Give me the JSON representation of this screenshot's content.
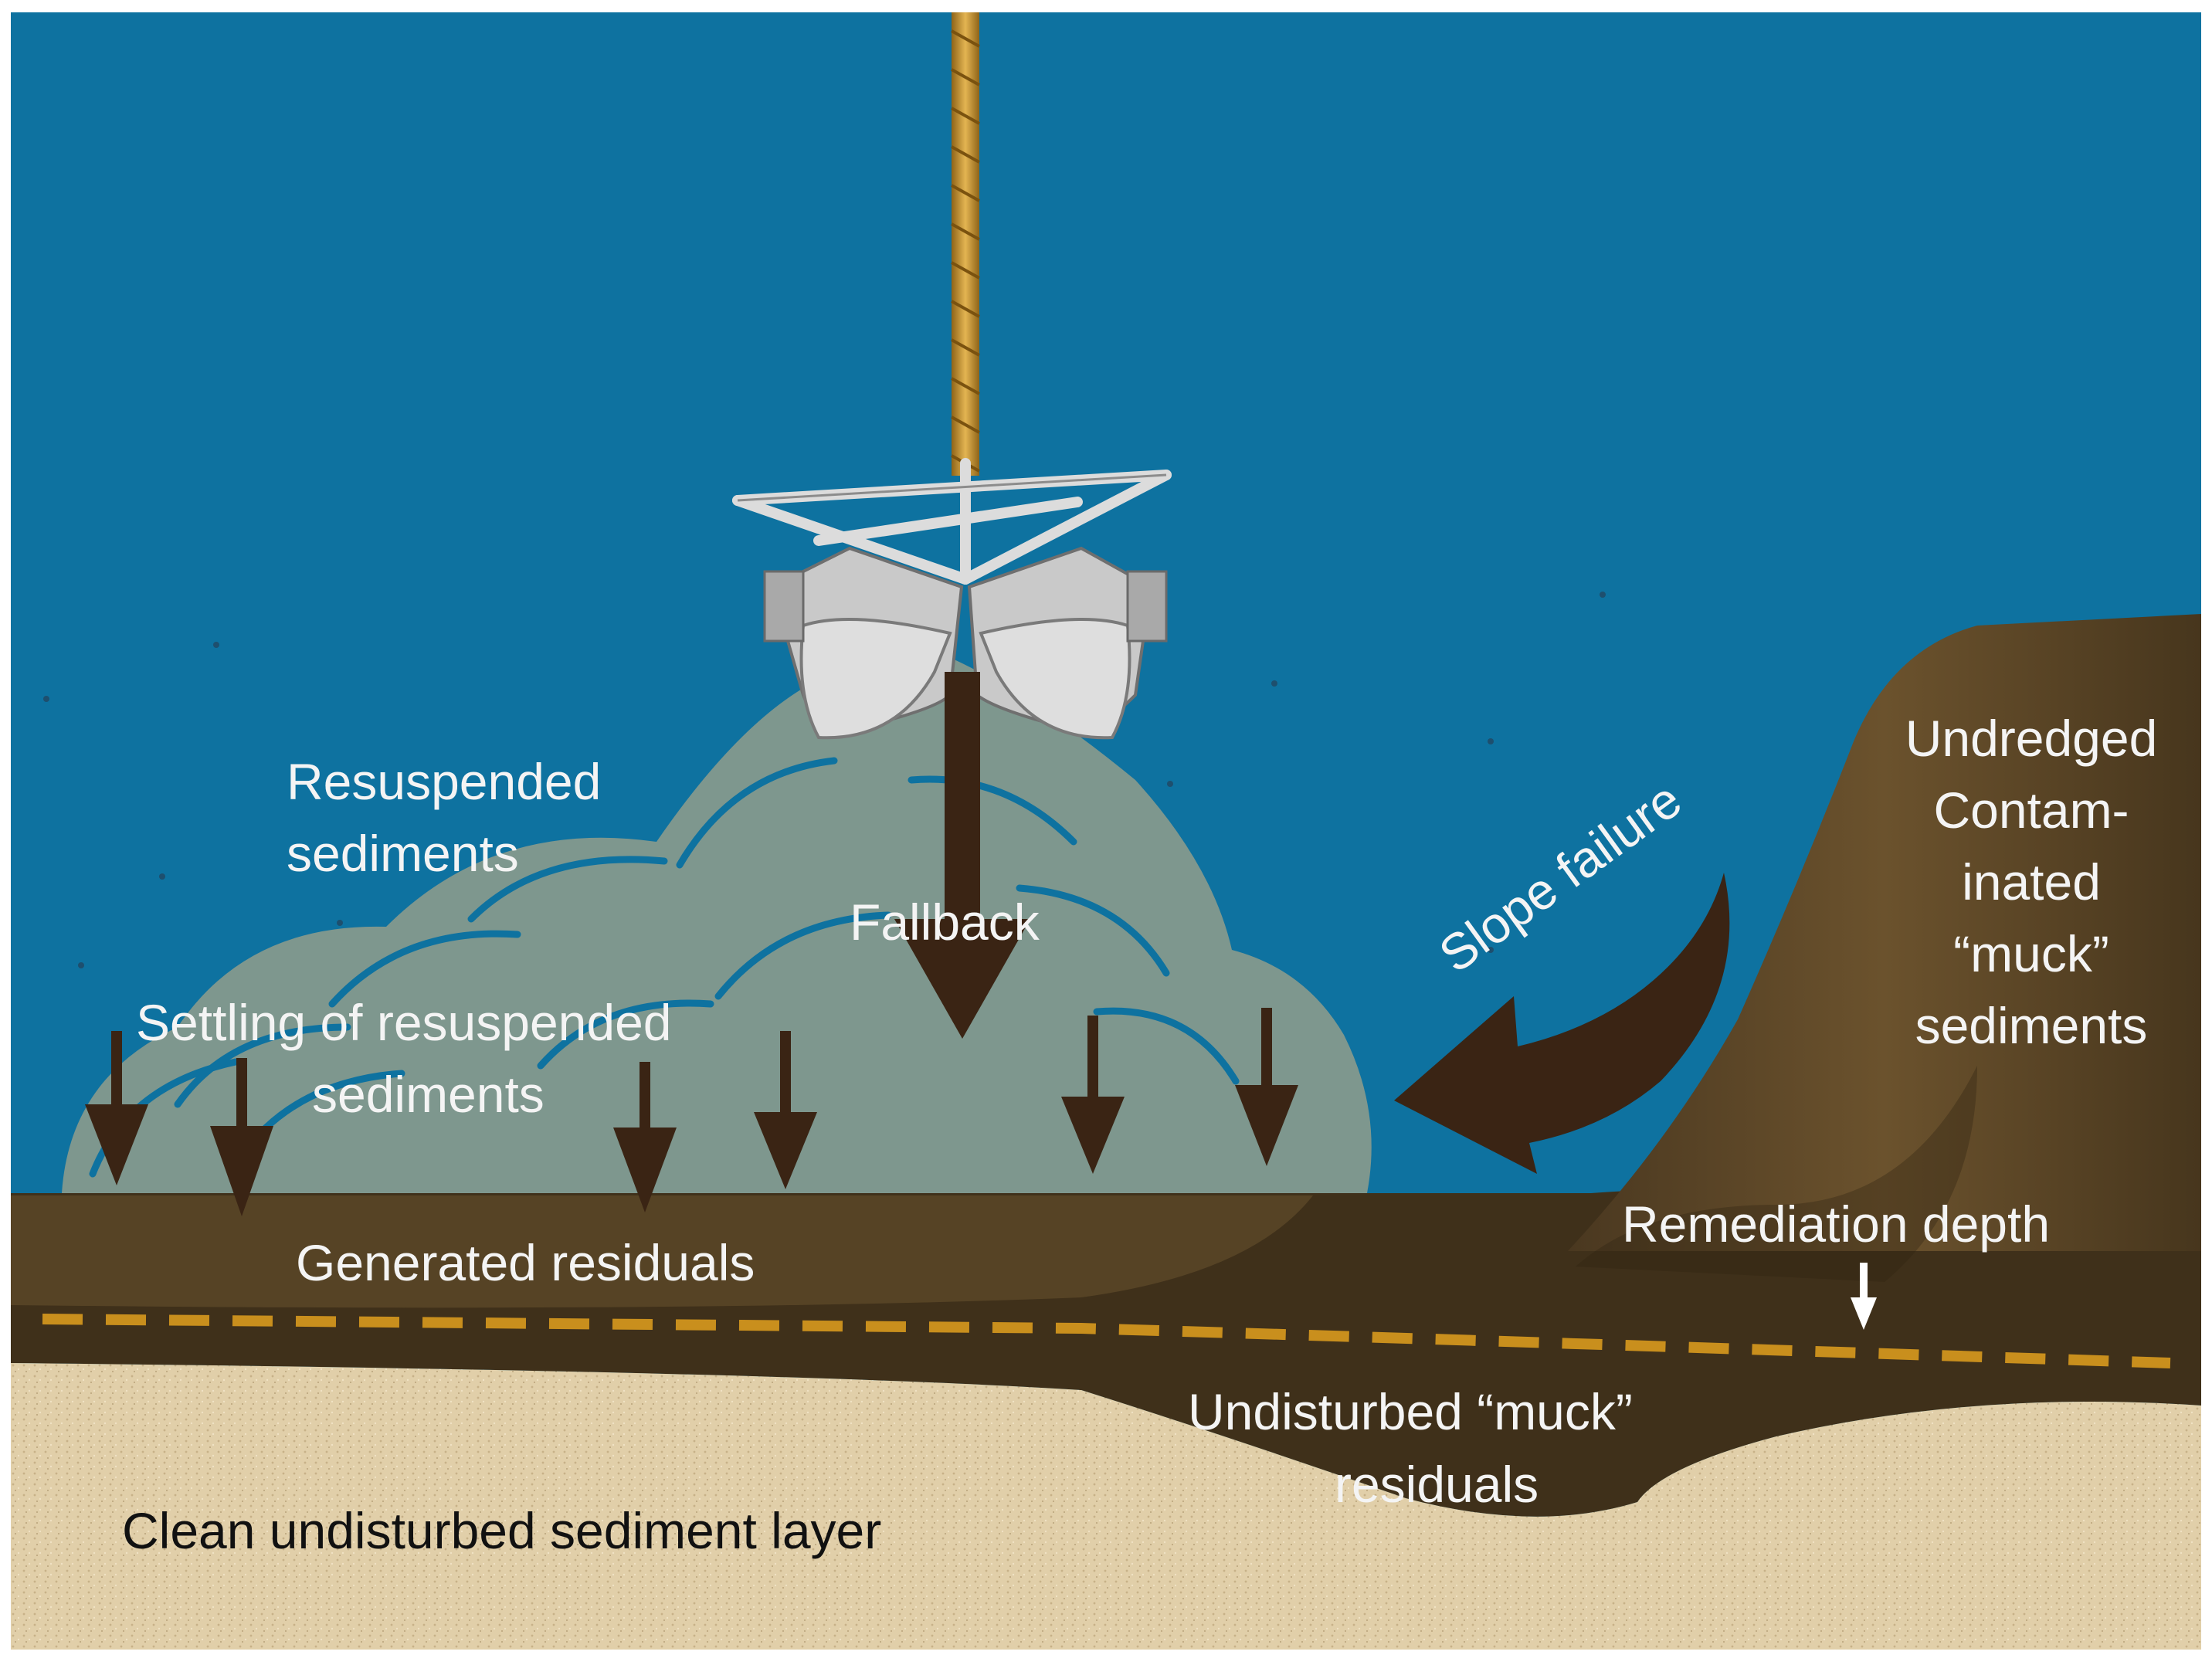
{
  "labels": {
    "resuspended_line1": "Resuspended",
    "resuspended_line2": "sediments",
    "fallback": "Fallback",
    "settling_line1": "Settling of resuspended",
    "settling_line2": "sediments",
    "slope_failure": "Slope failure",
    "undredged_line1": "Undredged",
    "undredged_line2": "Contam-",
    "undredged_line3": "inated",
    "undredged_line4": "“muck”",
    "undredged_line5": "sediments",
    "generated_residuals": "Generated residuals",
    "remediation_depth": "Remediation depth",
    "undisturbed_line1": "Undisturbed “muck”",
    "undisturbed_line2": "residuals",
    "clean_layer": "Clean undisturbed sediment layer"
  },
  "colors": {
    "water": "#0e72a0",
    "plume": "#7e978e",
    "muck": "#3f301a",
    "muck_mound": "#5a4526",
    "sand": "#e1cfa9",
    "arrow": "#3a2414",
    "dashed_line": "#c98f1d",
    "rope": "#c8952f",
    "grab": "#c9c9c9",
    "light_text": "#f4f4f4",
    "dark_text": "#111111"
  },
  "icons": {
    "grab": "clamshell-grab-bucket-icon",
    "rope": "rope-icon"
  }
}
